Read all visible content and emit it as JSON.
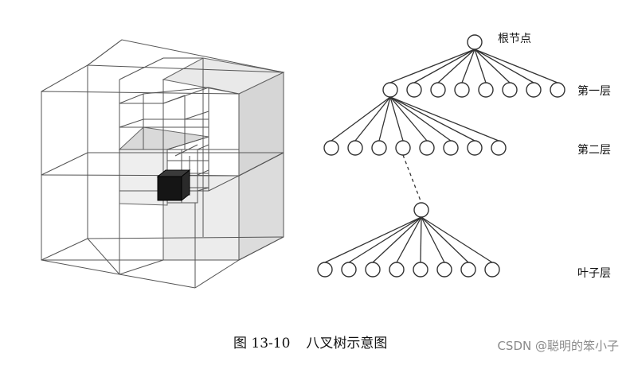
{
  "tree": {
    "root_label": "根节点",
    "level1_label": "第一层",
    "level2_label": "第二层",
    "leaf_label": "叶子层",
    "root_children": 8,
    "level1_children": 8,
    "leaf_count": 8
  },
  "caption": {
    "number": "图 13-10",
    "title": "八叉树示意图"
  },
  "watermark": "CSDN @聪明的笨小子",
  "colors": {
    "line": "#333333",
    "shade_light": "#e6e6e6",
    "shade_mid": "#d4d4d4",
    "solid_cube": "#111111"
  }
}
